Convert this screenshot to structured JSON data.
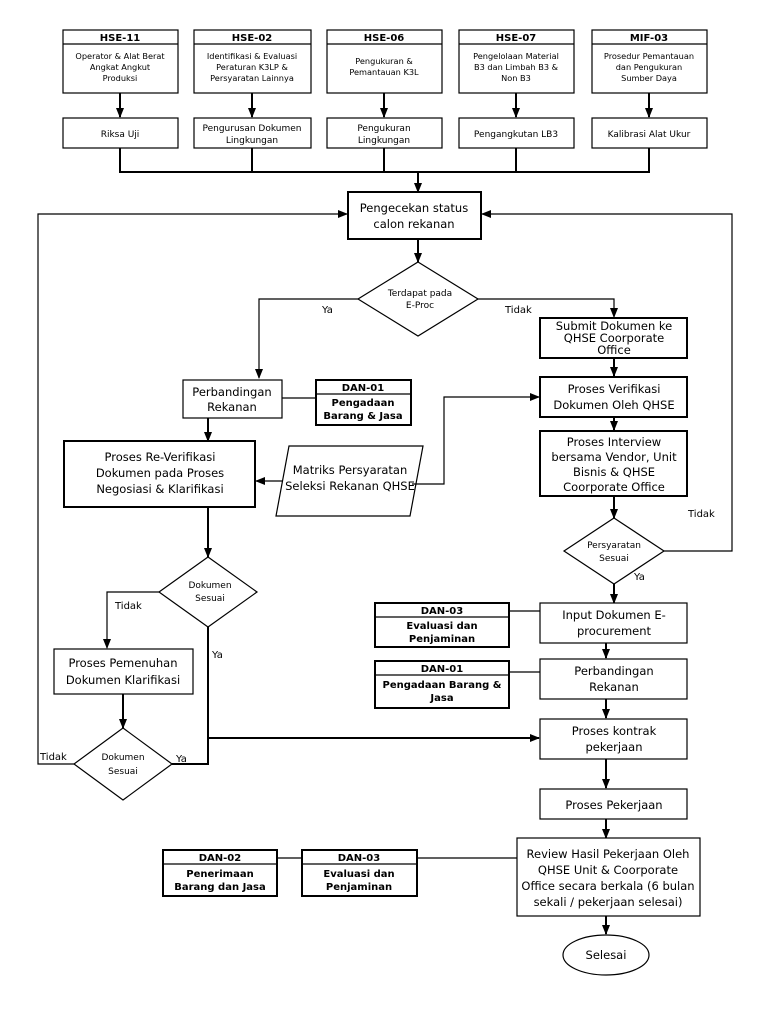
{
  "top_codes": [
    {
      "code": "HSE-11",
      "lines": [
        "Operator & Alat Berat",
        "Angkat Angkut",
        "Produksi"
      ],
      "sub": [
        "Riksa Uji"
      ]
    },
    {
      "code": "HSE-02",
      "lines": [
        "Identifikasi & Evaluasi",
        "Peraturan K3LP &",
        "Persyaratan Lainnya"
      ],
      "sub": [
        "Pengurusan Dokumen",
        "Lingkungan"
      ]
    },
    {
      "code": "HSE-06",
      "lines": [
        "Pengukuran &",
        "Pemantauan K3L"
      ],
      "sub": [
        "Pengukuran",
        "Lingkungan"
      ]
    },
    {
      "code": "HSE-07",
      "lines": [
        "Pengelolaan Material",
        "B3 dan Limbah B3 &",
        "Non B3"
      ],
      "sub": [
        "Pengangkutan LB3"
      ]
    },
    {
      "code": "MIF-03",
      "lines": [
        "Prosedur Pemantauan",
        "dan Pengukuran",
        "Sumber Daya"
      ],
      "sub": [
        "Kalibrasi Alat Ukur"
      ]
    }
  ],
  "nodes": {
    "pengecekan": [
      "Pengecekan status",
      "calon rekanan"
    ],
    "d1": [
      "Terdapat pada",
      "E-Proc"
    ],
    "submit": [
      "Submit Dokumen ke",
      "QHSE Coorporate",
      "Office"
    ],
    "perbandingan_l": [
      "Perbandingan",
      "Rekanan"
    ],
    "verif": [
      "Proses Verifikasi",
      "Dokumen Oleh QHSE"
    ],
    "reverif": [
      "Proses Re-Verifikasi",
      "Dokumen pada Proses",
      "Negosiasi & Klarifikasi"
    ],
    "matriks": [
      "Matriks Persyaratan",
      "Seleksi Rekanan QHSE"
    ],
    "interview": [
      "Proses Interview",
      "bersama Vendor, Unit",
      "Bisnis & QHSE",
      "Coorporate Office"
    ],
    "d2": [
      "Persyaratan",
      "Sesuai"
    ],
    "d3": [
      "Dokumen",
      "Sesuai"
    ],
    "input": [
      "Input Dokumen E-",
      "procurement"
    ],
    "pemenuhan": [
      "Proses Pemenuhan",
      "Dokumen Klarifikasi"
    ],
    "perbandingan_r": [
      "Perbandingan",
      "Rekanan"
    ],
    "d4": [
      "Dokumen",
      "Sesuai"
    ],
    "kontrak": [
      "Proses kontrak",
      "pekerjaan"
    ],
    "pekerjaan": [
      "Proses Pekerjaan"
    ],
    "review": [
      "Review Hasil Pekerjaan Oleh",
      "QHSE Unit & Coorporate",
      "Office secara berkala (6 bulan",
      "sekali / pekerjaan selesai)"
    ],
    "selesai": [
      "Selesai"
    ]
  },
  "refs": {
    "dan01_l": {
      "code": "DAN-01",
      "lines": [
        "Pengadaan",
        "Barang & Jasa"
      ]
    },
    "dan03_r": {
      "code": "DAN-03",
      "lines": [
        "Evaluasi dan",
        "Penjaminan"
      ]
    },
    "dan01_r": {
      "code": "DAN-01",
      "lines": [
        "Pengadaan Barang &",
        "Jasa"
      ]
    },
    "dan02": {
      "code": "DAN-02",
      "lines": [
        "Penerimaan",
        "Barang dan Jasa"
      ]
    },
    "dan03_b": {
      "code": "DAN-03",
      "lines": [
        "Evaluasi dan",
        "Penjaminan"
      ]
    }
  },
  "labels": {
    "ya1": "Ya",
    "tidak1": "Tidak",
    "tidak2": "Tidak",
    "ya2": "Ya",
    "tidak3": "Tidak",
    "ya3": "Ya",
    "tidak4": "Tidak",
    "ya4": "Ya"
  }
}
